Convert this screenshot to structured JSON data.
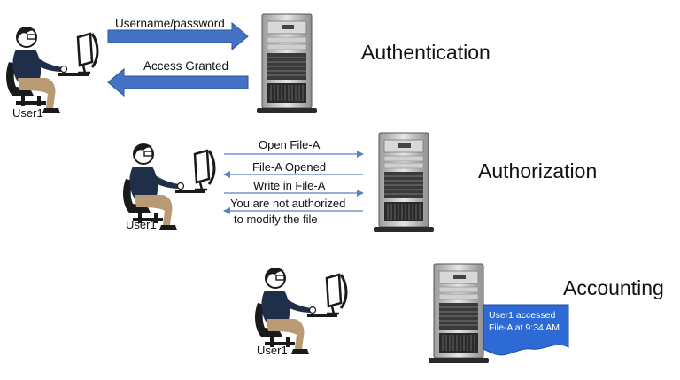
{
  "sections": [
    {
      "title": "Authentication",
      "user_label": "User1",
      "messages": [
        "Username/password",
        "Access Granted"
      ]
    },
    {
      "title": "Authorization",
      "user_label": "User1",
      "messages": [
        "Open File-A",
        "File-A Opened",
        "Write in File-A",
        "You are not authorized",
        "to modify the file"
      ]
    },
    {
      "title": "Accounting",
      "user_label": "User1",
      "log_note": [
        "User1 accessed",
        "File-A at 9:34 AM."
      ]
    }
  ],
  "colors": {
    "arrow_blue": "#4472C4",
    "thin_arrow": "#5B7FBF",
    "note_fill": "#2E6AD6",
    "shirt": "#1F2F4A",
    "pants": "#B89A74",
    "server_body": "#BDBDBD",
    "server_dark": "#2A2A2A"
  },
  "icons": [
    "user-at-computer-icon",
    "server-tower-icon",
    "document-note-icon"
  ]
}
